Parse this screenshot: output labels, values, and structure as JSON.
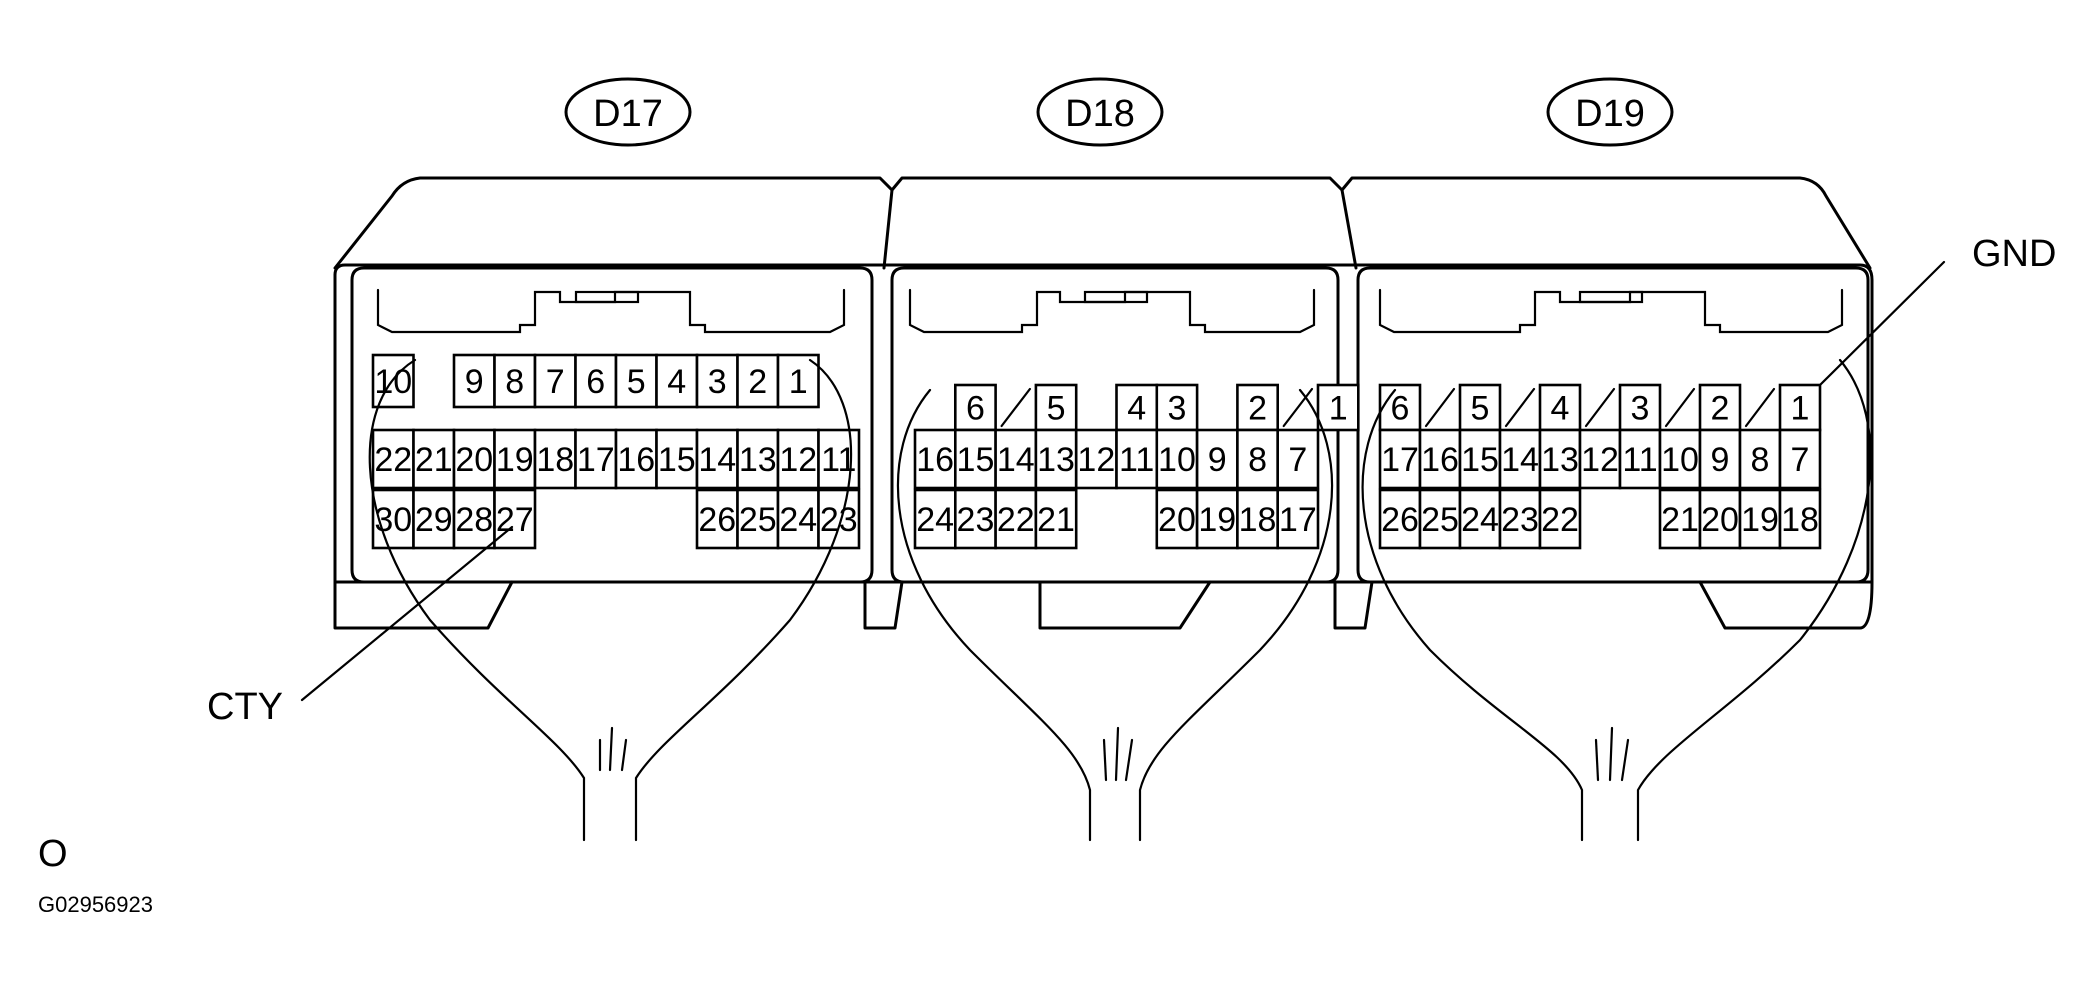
{
  "connectors": [
    {
      "name": "D17",
      "rows": [
        [
          "10",
          "",
          "9",
          "8",
          "7",
          "6",
          "5",
          "4",
          "3",
          "2",
          "1",
          ""
        ],
        [
          "22",
          "21",
          "20",
          "19",
          "18",
          "17",
          "16",
          "15",
          "14",
          "13",
          "12",
          "11"
        ],
        [
          "30",
          "29",
          "28",
          "27",
          "",
          "",
          "",
          "",
          "26",
          "25",
          "24",
          "23"
        ]
      ]
    },
    {
      "name": "D18",
      "rows": [
        [
          "",
          "6",
          "/",
          "5",
          "",
          "4",
          "3",
          "",
          "2",
          "/",
          "1",
          ""
        ],
        [
          "16",
          "15",
          "14",
          "13",
          "12",
          "11",
          "10",
          "9",
          "8",
          "7"
        ],
        [
          "24",
          "23",
          "22",
          "21",
          "",
          "",
          "20",
          "19",
          "18",
          "17"
        ]
      ]
    },
    {
      "name": "D19",
      "rows": [
        [
          "6",
          "/",
          "5",
          "/",
          "4",
          "/",
          "3",
          "/",
          "2",
          "/",
          "1"
        ],
        [
          "17",
          "16",
          "15",
          "14",
          "13",
          "12",
          "11",
          "10",
          "9",
          "8",
          "7"
        ],
        [
          "26",
          "25",
          "24",
          "23",
          "22",
          "",
          "",
          "21",
          "20",
          "19",
          "18"
        ]
      ]
    }
  ],
  "callouts": {
    "gnd": "GND",
    "cty": "CTY"
  },
  "footer": {
    "mark": "O",
    "ref_code": "G02956923"
  }
}
